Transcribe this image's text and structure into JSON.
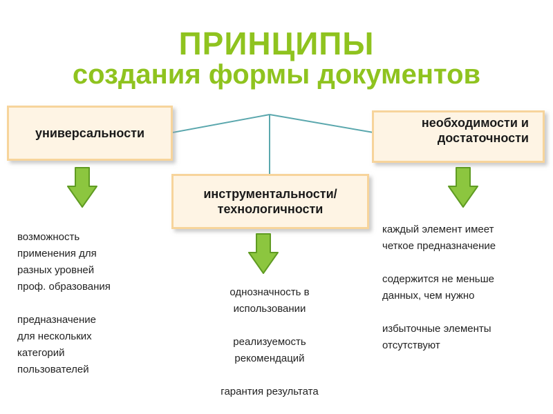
{
  "title": {
    "line1": "ПРИНЦИПЫ",
    "line2": "создания формы документов"
  },
  "colors": {
    "title": "#8fc31f",
    "box_fill": "#fef4e4",
    "box_border": "#f7d49b",
    "arrow_fill": "#8cc63f",
    "arrow_stroke": "#5f9b22",
    "connector": "#5aa7ad"
  },
  "principles": {
    "left": {
      "label_lines": [
        "универсальности"
      ],
      "description": {
        "block1": [
          "возможность",
          "применения для",
          "разных уровней",
          "проф. образования"
        ],
        "block2": [
          "предназначение",
          "для нескольких",
          "категорий",
          "пользователей"
        ]
      }
    },
    "center": {
      "label_lines": [
        "инструментальности/",
        "технологичности"
      ],
      "description": {
        "block1": [
          "однозначность в",
          "использовании"
        ],
        "block2": [
          "реализуемость",
          "рекомендаций"
        ],
        "block3": [
          "гарантия результата"
        ]
      }
    },
    "right": {
      "label_lines": [
        "необходимости и",
        "достаточности"
      ],
      "description": {
        "block1": [
          "каждый элемент имеет",
          "четкое предназначение"
        ],
        "block2": [
          "содержится не меньше",
          "данных, чем нужно"
        ],
        "block3": [
          "избыточные элементы",
          "отсутствуют"
        ]
      }
    }
  }
}
